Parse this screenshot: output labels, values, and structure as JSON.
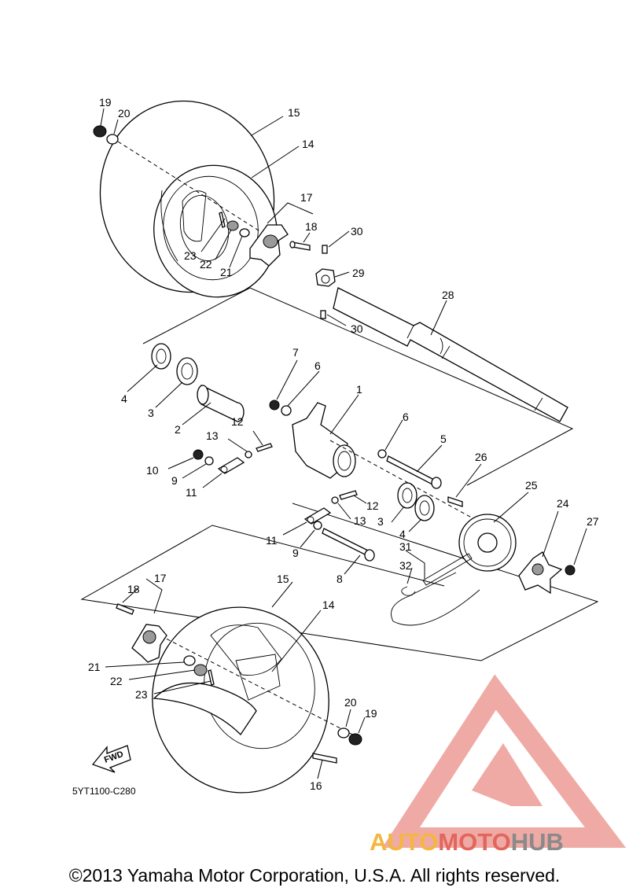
{
  "diagram_code": "5YT1100-C280",
  "fwd_label": "FWD",
  "copyright": "©2013 Yamaha Motor Corporation, U.S.A. All rights reserved.",
  "watermark": {
    "part1": "AUTO",
    "part2": "MOTO",
    "part3": "HUB",
    "colors": [
      "#f4b63f",
      "#e2665c",
      "#8a8a8a"
    ]
  },
  "labels": {
    "l1": "1",
    "l2": "2",
    "l3a": "3",
    "l3b": "3",
    "l4a": "4",
    "l4b": "4",
    "l5": "5",
    "l6a": "6",
    "l6b": "6",
    "l7": "7",
    "l8": "8",
    "l9a": "9",
    "l9b": "9",
    "l10": "10",
    "l11a": "11",
    "l11b": "11",
    "l12a": "12",
    "l12b": "12",
    "l13a": "13",
    "l13b": "13",
    "l14a": "14",
    "l14b": "14",
    "l15a": "15",
    "l15b": "15",
    "l16": "16",
    "l17a": "17",
    "l17b": "17",
    "l18a": "18",
    "l18b": "18",
    "l19a": "19",
    "l19b": "19",
    "l20a": "20",
    "l20b": "20",
    "l21a": "21",
    "l21b": "21",
    "l22a": "22",
    "l22b": "22",
    "l23a": "23",
    "l23b": "23",
    "l24": "24",
    "l25": "25",
    "l26": "26",
    "l27": "27",
    "l28": "28",
    "l29": "29",
    "l30a": "30",
    "l30b": "30",
    "l31": "31",
    "l32": "32"
  }
}
